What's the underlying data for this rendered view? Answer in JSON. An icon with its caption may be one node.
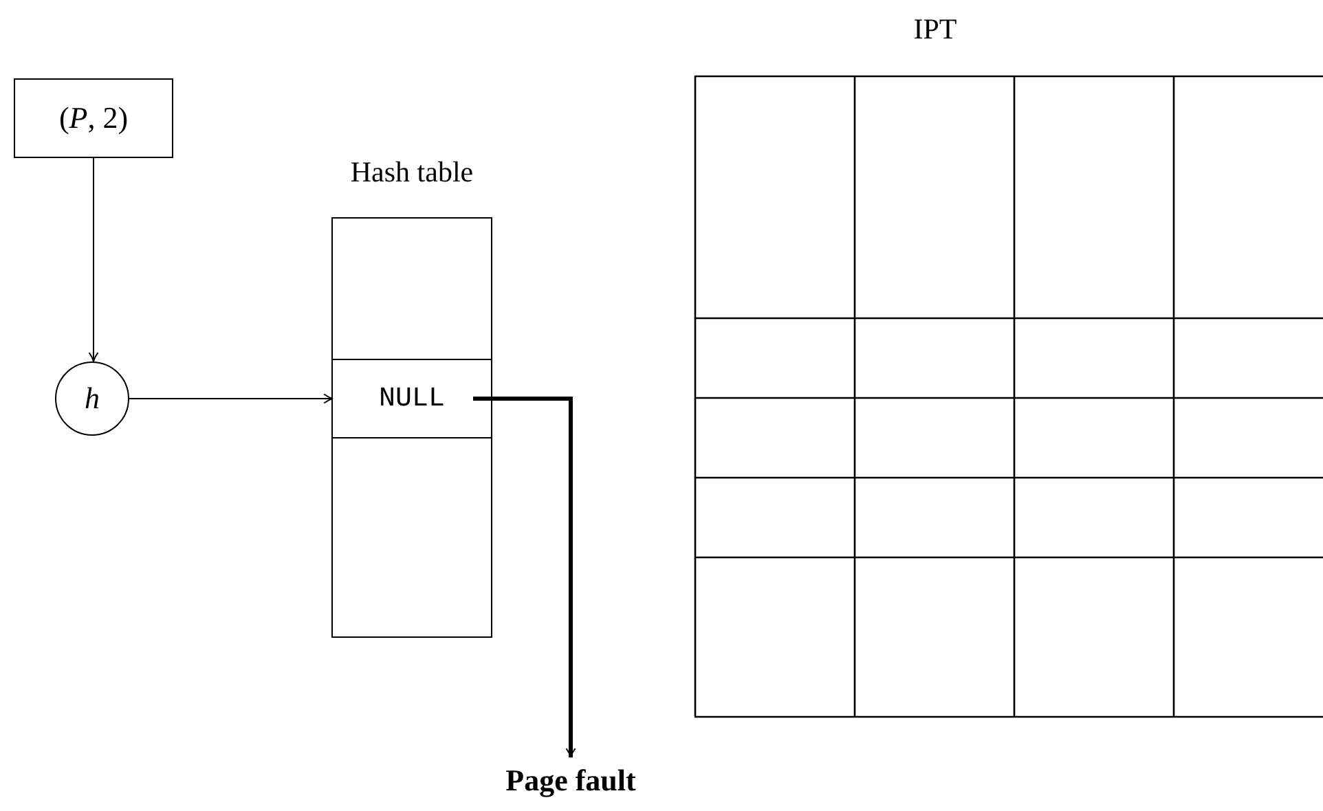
{
  "diagram": {
    "nodes": [
      {
        "text": [
          "(*P*, 2)"
        ]
      },
      {
        "text": [
          "h"
        ]
      },
      {
        "text": [
          "Hash table"
        ]
      },
      {
        "text": [
          "NULL"
        ],
        "in": 2
      },
      {
        "text": [
          "Page fault"
        ]
      },
      {
        "text": [
          "IPT"
        ]
      }
    ],
    "edges": [
      {
        "from": 0,
        "to": 1,
        "arrow": "to"
      },
      {
        "from": 1,
        "to": 3,
        "arrow": "to"
      },
      {
        "from": 3,
        "to": 4,
        "arrow": "to",
        "style": "thick"
      }
    ]
  }
}
